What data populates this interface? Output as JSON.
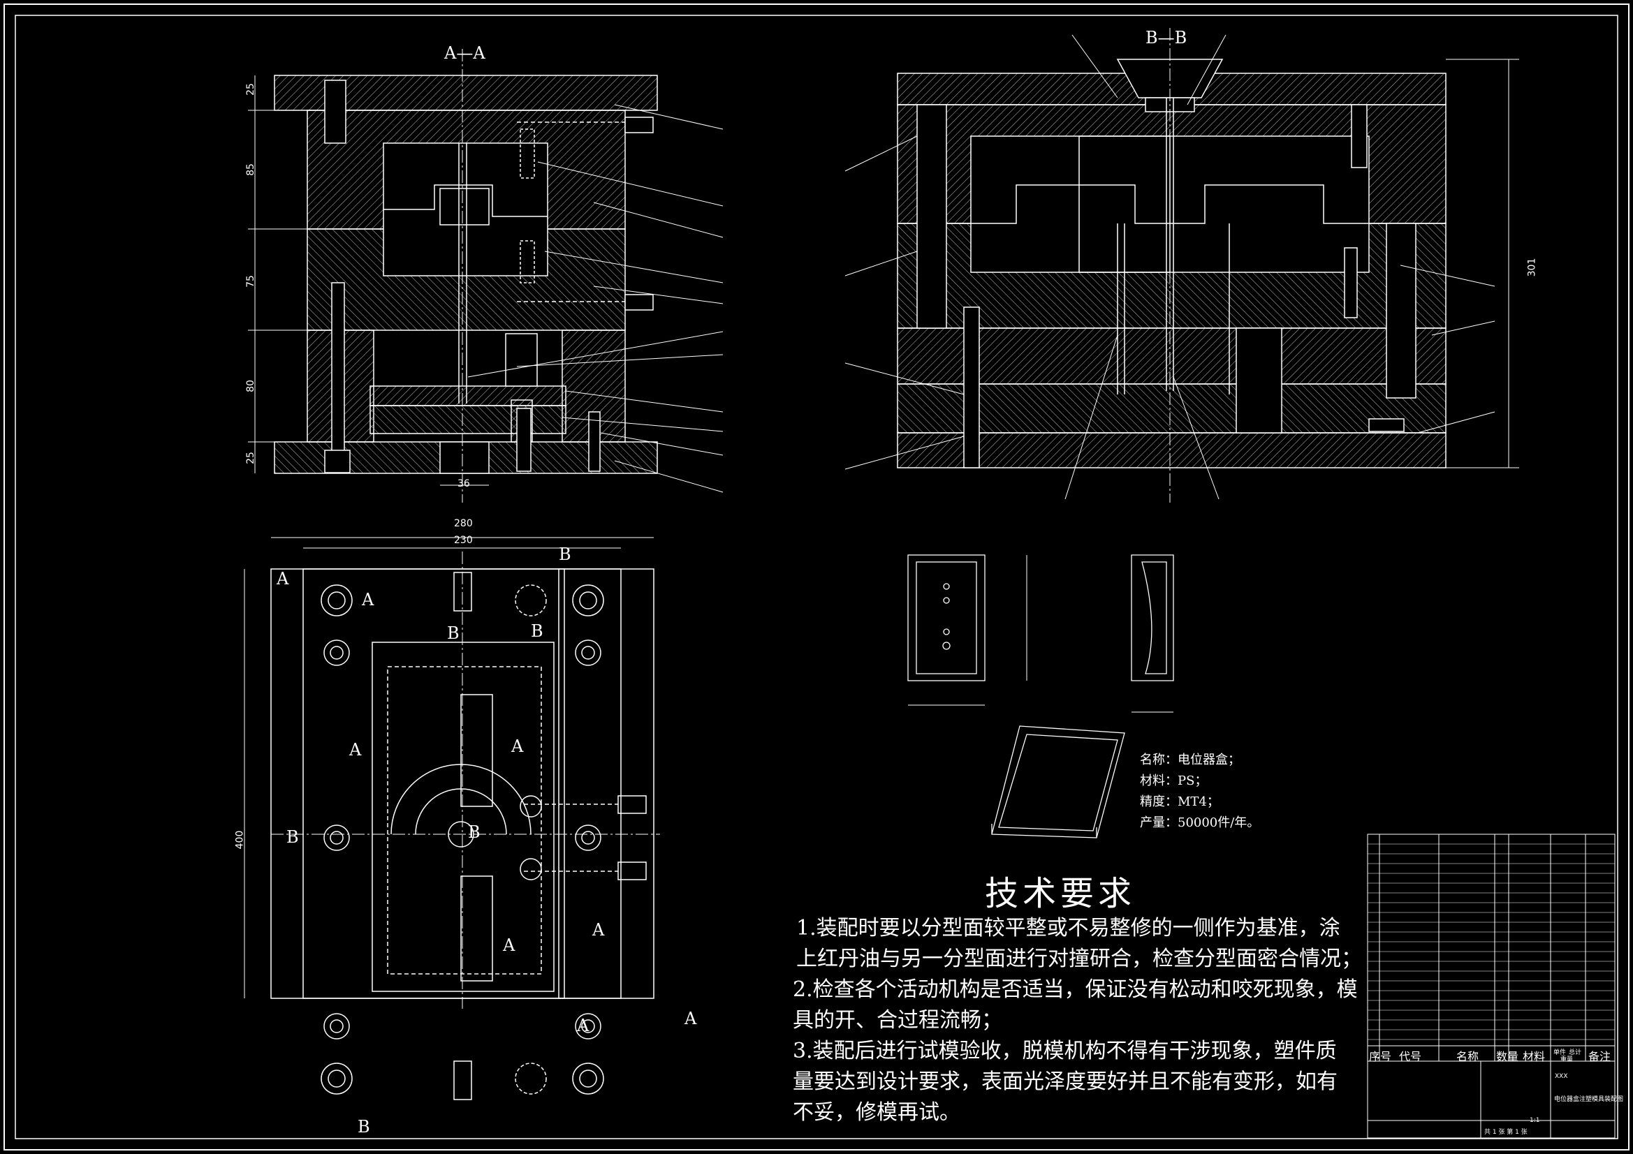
{
  "colors": {
    "background": "#000000",
    "line": "#ffffff",
    "hatch": "#bdbdbd",
    "text": "#ffffff"
  },
  "section_labels": {
    "aa": "A—A",
    "bb": "B—B"
  },
  "dimensions": {
    "left_vertical": [
      "25",
      "85",
      "75",
      "80",
      "25"
    ],
    "bottom_width": "36",
    "plan_overall_width": "280",
    "plan_inner_width": "230",
    "plan_height": "400",
    "right_height": "301"
  },
  "view_markers": {
    "plan": [
      "A",
      "A",
      "A",
      "A",
      "A",
      "A",
      "A",
      "A",
      "B",
      "B",
      "B",
      "B",
      "B",
      "B"
    ]
  },
  "part_info": {
    "name": "名称：电位器盒；",
    "material": "材料：PS；",
    "precision": "精度：MT4；",
    "output": "产量：50000件/年。"
  },
  "tech_requirements": {
    "title": "技术要求",
    "lines": [
      "1.装配时要以分型面较平整或不易整修的一侧作为基准，涂",
      "上红丹油与另一分型面进行对撞研合，检查分型面密合情况；",
      "2.检查各个活动机构是否适当，保证没有松动和咬死现象，模",
      "具的开、合过程流畅；",
      "3.装配后进行试模验收，脱模机构不得有干涉现象，塑件质",
      "量要达到设计要求，表面光泽度要好并且不能有变形，如有",
      "不妥，修模再试。"
    ]
  },
  "title_block": {
    "headers": {
      "seq": "序号",
      "code": "代号",
      "name": "名称",
      "qty": "数量",
      "material": "材料",
      "remark": "备注",
      "unit_weight": "单件",
      "total_weight": "总计",
      "weight": "重量"
    },
    "drawing_title": "电位器盒注塑模具装配图",
    "company": "XXX",
    "scale": "1:1",
    "sheet": "共 1 张  第 1 张"
  }
}
